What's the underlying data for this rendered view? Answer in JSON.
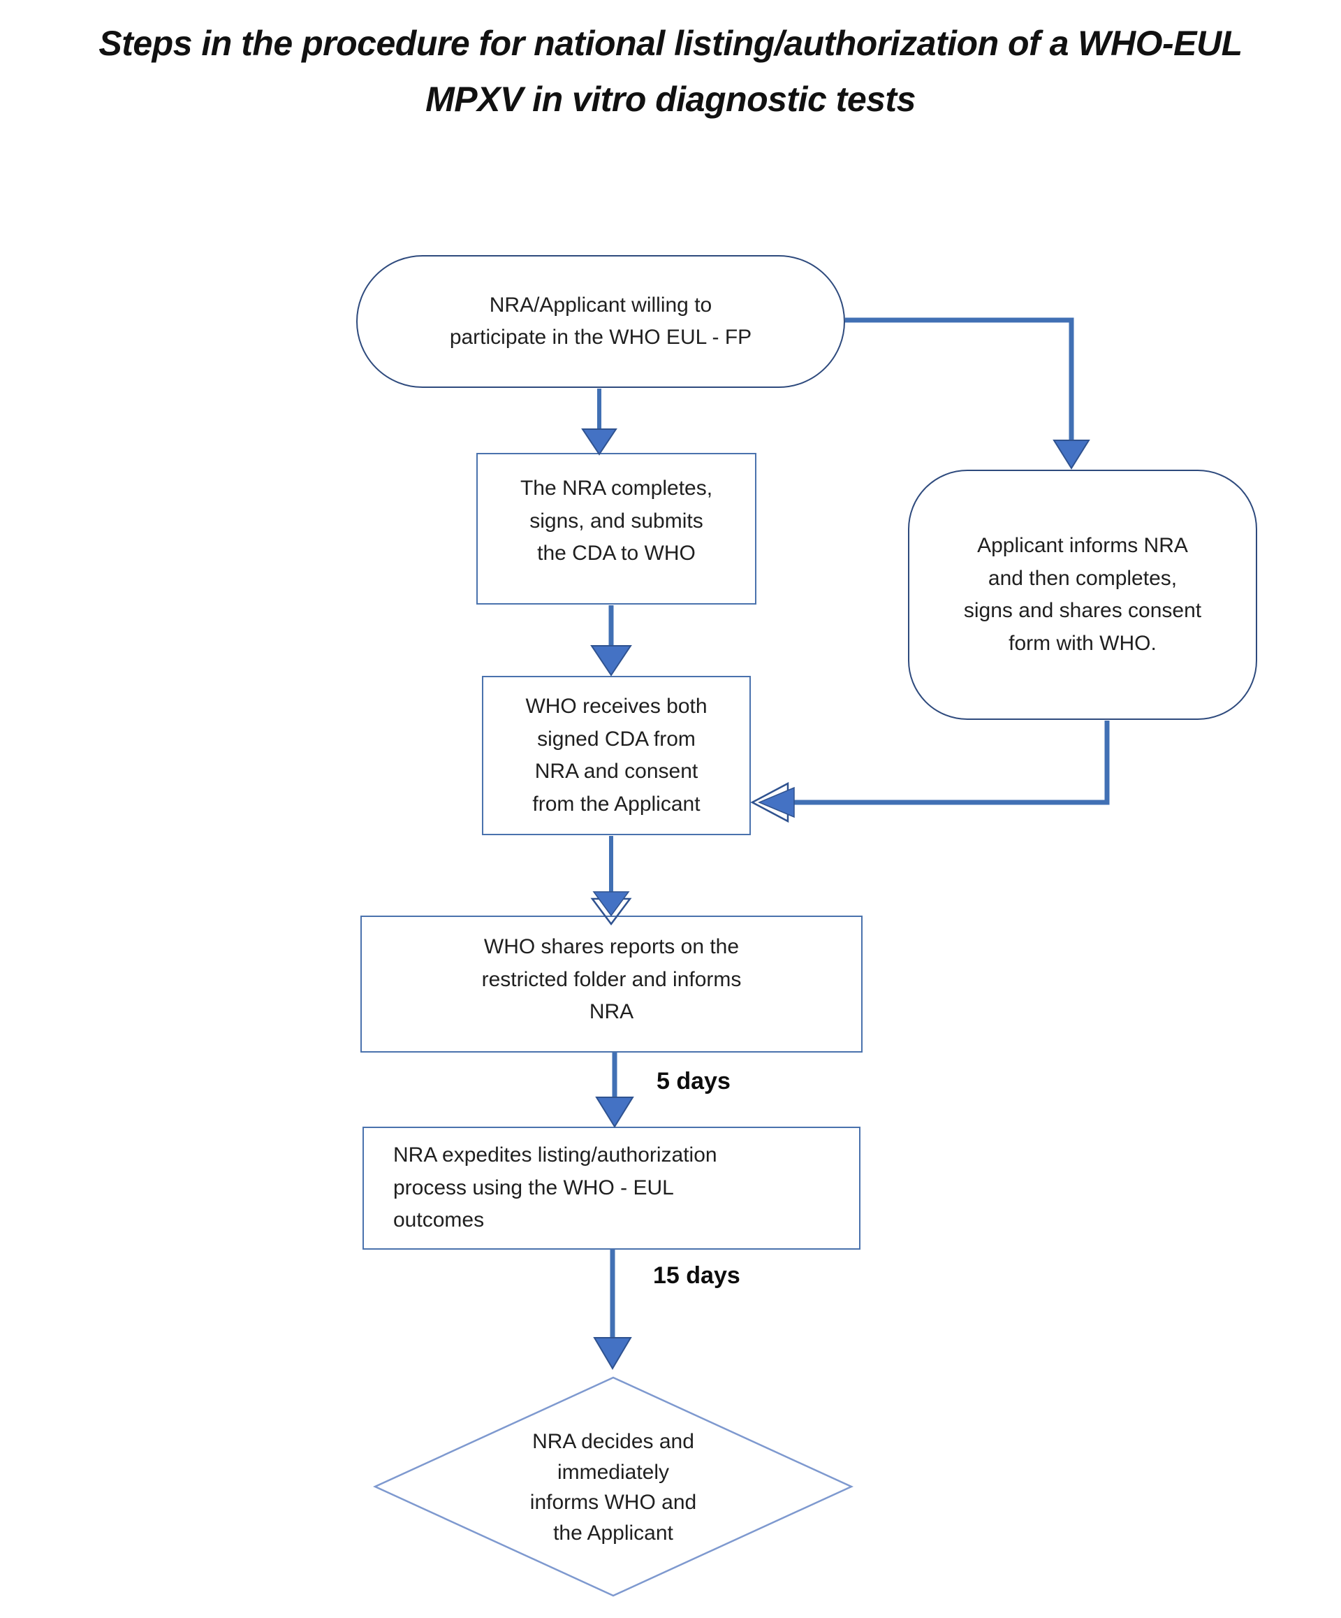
{
  "title": "Steps in the procedure for national listing/authorization of a WHO-EUL\nMPXV in vitro diagnostic tests",
  "nodes": {
    "start": {
      "shape": "stadium",
      "text": "NRA/Applicant willing to\nparticipate in the WHO EUL - FP"
    },
    "cda": {
      "shape": "rectangle",
      "text": "The NRA completes,\nsigns, and submits\nthe CDA to WHO"
    },
    "consent": {
      "shape": "rounded-rectangle",
      "text": "Applicant informs NRA\nand then completes,\nsigns and shares consent\nform with WHO."
    },
    "receives": {
      "shape": "rectangle",
      "text": "WHO receives both\nsigned CDA from\nNRA and consent\nfrom the Applicant"
    },
    "shares": {
      "shape": "rectangle",
      "text": "WHO shares reports on the\nrestricted folder and informs\nNRA"
    },
    "expedites": {
      "shape": "rectangle",
      "text": "NRA expedites listing/authorization\nprocess using the WHO - EUL\noutcomes"
    },
    "decision": {
      "shape": "diamond",
      "text": "NRA decides and\nimmediately\ninforms WHO and\nthe Applicant"
    }
  },
  "edge_labels": {
    "five_days": "5 days",
    "fifteen_days": "15 days"
  },
  "colors": {
    "background": "#ffffff",
    "arrow": "#4472c4",
    "arrow_edge": "#2f528f",
    "line": "#4170b4",
    "rect_border": "#4a72ad",
    "pill_border": "#2e4a7d",
    "diamond_border": "#7e99cf",
    "text": "#1f1f1f",
    "title": "#111111"
  }
}
